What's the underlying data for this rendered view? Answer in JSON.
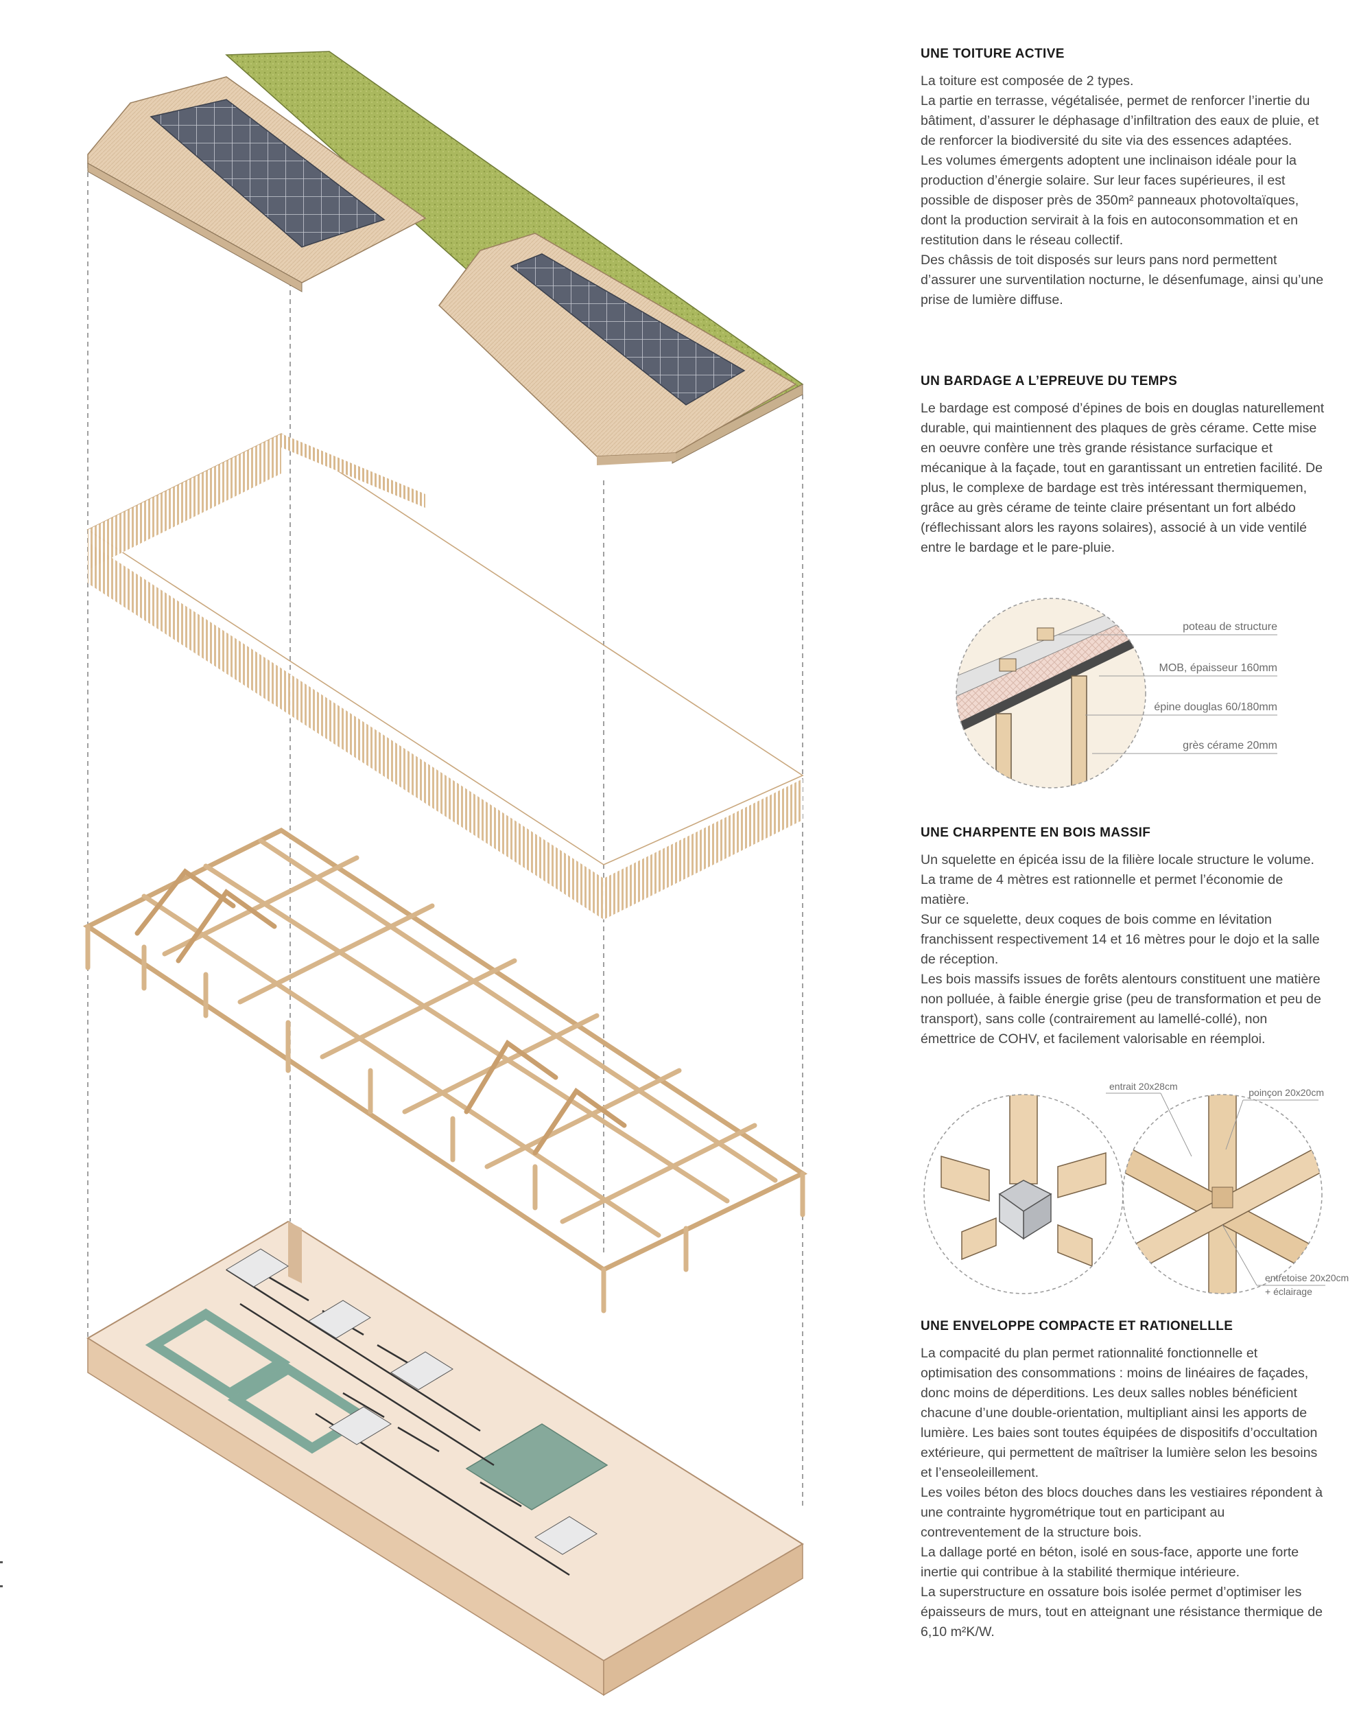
{
  "sections": [
    {
      "title": "UNE TOITURE ACTIVE",
      "text": "La toiture est composée de 2 types.\nLa partie en terrasse, végétalisée, permet de renforcer l’inertie du bâtiment, d’assurer le déphasage d’infiltration des eaux de pluie, et de renforcer la biodiversité du site via des essences adaptées.\nLes volumes émergents adoptent une inclinaison idéale pour la production d’énergie solaire. Sur leur faces supérieures, il est possible de disposer près de 350m² panneaux photovoltaïques, dont la production servirait à la fois en autoconsommation et en restitution dans le réseau collectif.\nDes châssis de toit disposés sur leurs pans nord permettent d’assurer une surventilation nocturne, le désenfumage, ainsi qu’une prise de lumière diffuse."
    },
    {
      "title": "UN BARDAGE A L’EPREUVE DU TEMPS",
      "text": "Le bardage est composé d’épines de bois en douglas naturellement durable, qui maintiennent des plaques de grès cérame. Cette mise en oeuvre confère une très grande résistance surfacique et mécanique à la façade, tout en garantissant un entretien facilité. De plus, le complexe de bardage est très intéressant thermiquemen, grâce au grès cérame de teinte claire présentant un fort albédo (réflechissant alors  les rayons  solaires), associé à un vide ventilé entre le bardage et le pare-pluie."
    },
    {
      "title": "UNE CHARPENTE EN BOIS MASSIF",
      "text": "Un squelette en épicéa issu de la filière locale structure le volume. La trame de 4 mètres est rationnelle et permet l’économie de matière.\nSur ce squelette, deux coques de bois comme en lévitation franchissent respectivement 14 et 16 mètres pour le dojo et la salle de réception.\nLes bois massifs issues de forêts alentours constituent une matière non polluée, à faible énergie grise (peu de transformation et peu de transport), sans colle (contrairement au lamellé-collé), non émettrice de COHV, et facilement valorisable en réemploi."
    },
    {
      "title": "UNE ENVELOPPE COMPACTE ET RATIONELLLE",
      "text": "La compacité du plan permet rationnalité fonctionnelle et optimisation des consommations : moins de linéaires de façades, donc moins de déperditions. Les deux salles nobles bénéficient chacune d’une double-orientation, multipliant ainsi les apports de lumière. Les baies sont toutes équipées de dispositifs d’occultation extérieure, qui permettent de maîtriser la lumière selon les besoins et l’enseoleillement.\nLes voiles béton des blocs douches dans les vestiaires répondent à une contrainte hygrométrique tout en participant au contreventement de la structure bois.\nLa dallage porté en béton, isolé en sous-face, apporte une forte inertie qui contribue à la stabilité thermique intérieure.\nLa superstructure en ossature bois isolée permet d’optimiser les épaisseurs de murs, tout en atteignant une résistance thermique de 6,10 m²K/W."
    }
  ],
  "bardage_detail": {
    "labels": [
      "poteau de structure",
      "MOB, épaisseur 160mm",
      "épine douglas 60/180mm",
      "grès cérame 20mm"
    ]
  },
  "charpente_detail": {
    "labels": [
      "entrait 20x28cm",
      "poinçon 20x20cm",
      "entretoise 20x20cm",
      "+ éclairage"
    ]
  },
  "colors": {
    "roof_green": "#a9b65c",
    "timber": "#e8d2b6",
    "solar": "#5d6372",
    "pool": "#7fa99a",
    "text": "#444444"
  }
}
